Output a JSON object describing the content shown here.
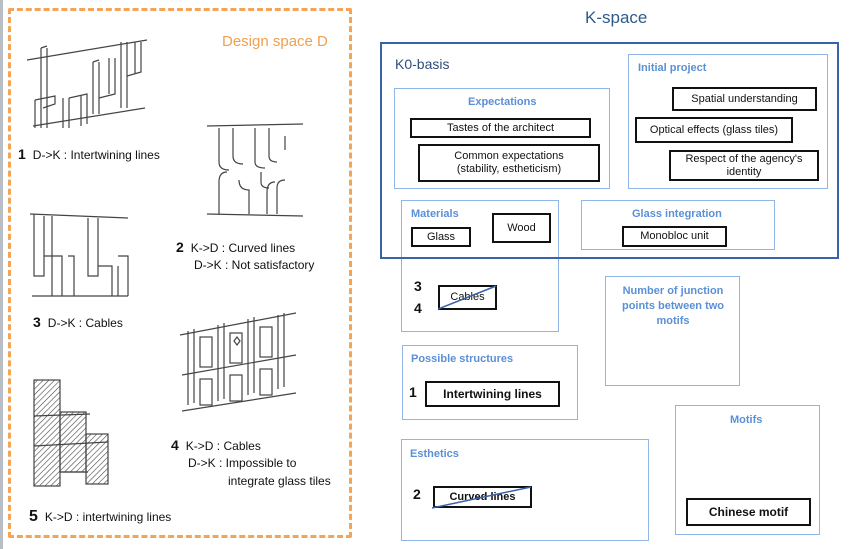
{
  "design_space": {
    "title": "Design space D",
    "accent_color": "#f4a455",
    "items": [
      {
        "number": "1",
        "lines": [
          "D->K : Intertwining lines"
        ]
      },
      {
        "number": "2",
        "lines": [
          "K->D : Curved lines",
          "D->K : Not satisfactory"
        ]
      },
      {
        "number": "3",
        "lines": [
          "D->K : Cables"
        ]
      },
      {
        "number": "4",
        "lines": [
          "K->D : Cables",
          "D->K : Impossible to",
          "integrate glass tiles"
        ]
      },
      {
        "number": "5",
        "lines": [
          "K->D : intertwining lines"
        ]
      }
    ]
  },
  "k_space": {
    "title": "K-space",
    "border_color": "#3a62a8",
    "label_color": "#5b8fd6",
    "k0_basis": {
      "title": "K0-basis",
      "expectations": {
        "title": "Expectations",
        "items": [
          "Tastes of the architect",
          "Common expectations",
          "(stability, estheticism)"
        ]
      },
      "initial_project": {
        "title": "Initial project",
        "items": [
          "Spatial understanding",
          "Optical effects (glass tiles)",
          "Respect of the agency's",
          "identity"
        ]
      },
      "materials": {
        "title": "Materials",
        "items": [
          "Glass",
          "Wood"
        ],
        "crossed_item": "Cables",
        "crossed_numbers": [
          "3",
          "4"
        ]
      },
      "glass_integration": {
        "title": "Glass integration",
        "items": [
          "Monobloc unit"
        ]
      }
    },
    "junction_points": {
      "title": "Number of junction points between two motifs"
    },
    "possible_structures": {
      "title": "Possible structures",
      "number": "1",
      "items": [
        "Intertwining lines"
      ]
    },
    "esthetics": {
      "title": "Esthetics",
      "number": "2",
      "crossed_item": "Curved lines"
    },
    "motifs": {
      "title": "Motifs",
      "items": [
        "Chinese motif"
      ]
    }
  }
}
